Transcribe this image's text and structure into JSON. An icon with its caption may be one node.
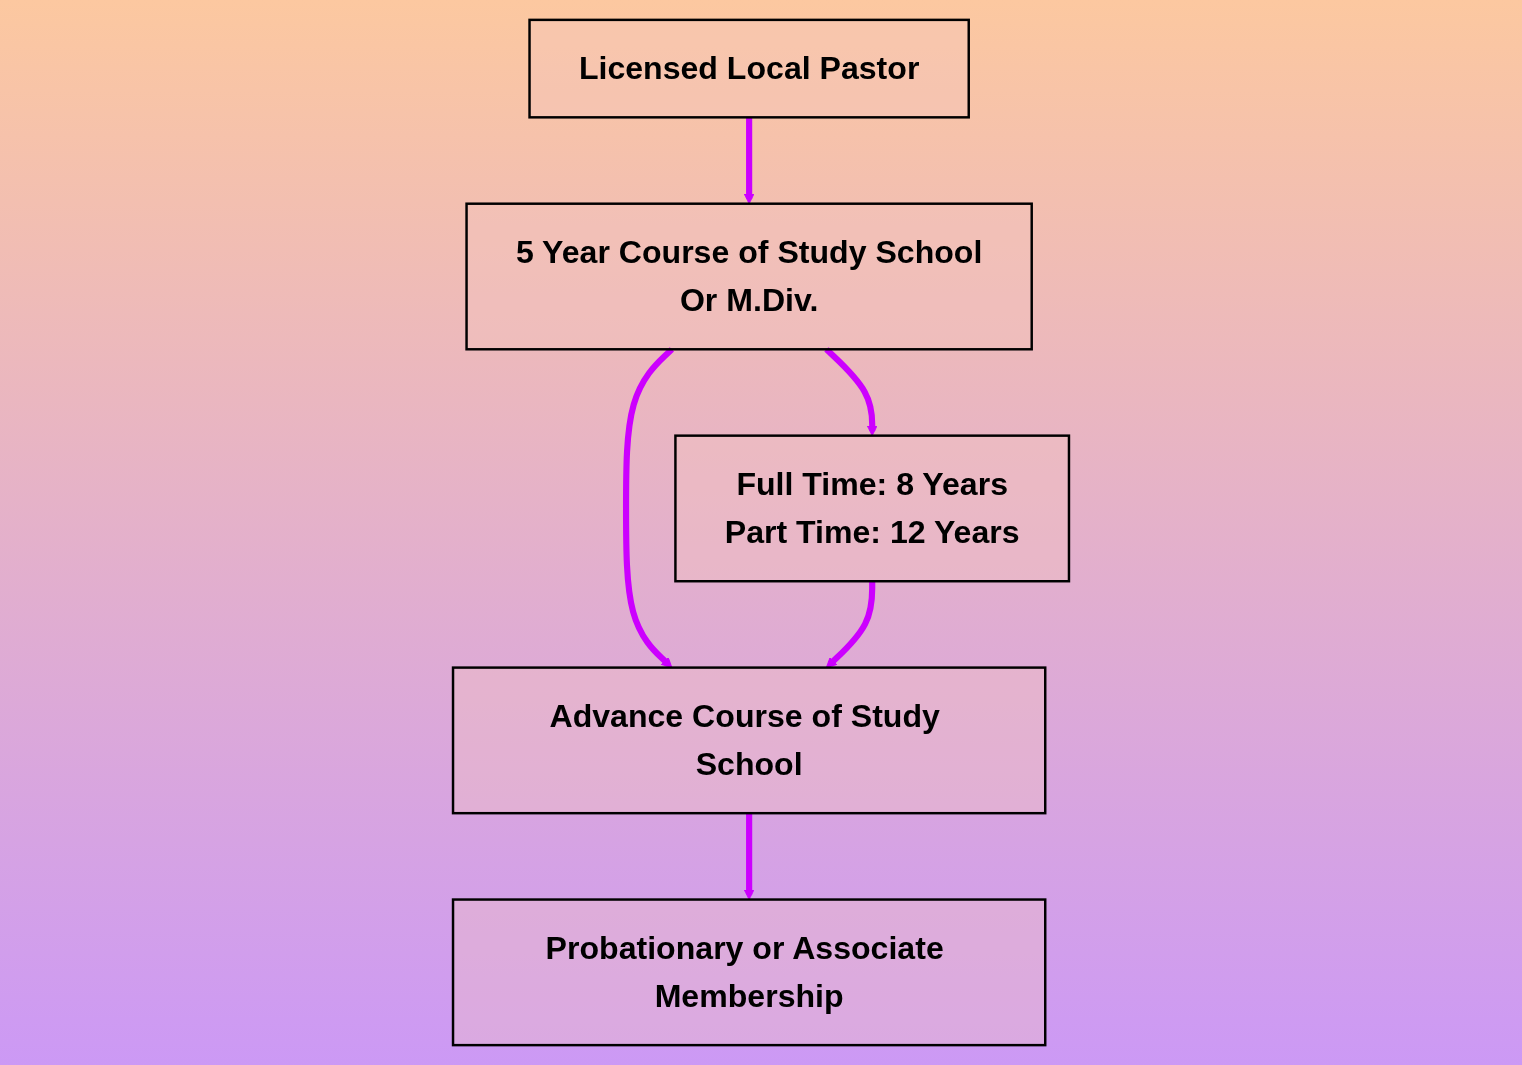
{
  "diagram": {
    "nodes": [
      {
        "text": [
          "Licensed Local Pastor"
        ]
      },
      {
        "text": [
          "5 Year Course of Study School",
          "Or M.Div."
        ]
      },
      {
        "text": [
          "Full Time: 8 Years",
          "Part Time: 12 Years"
        ]
      },
      {
        "text": [
          "Advance Course of Study School"
        ]
      },
      {
        "text": [
          "Probationary or Associate Membership"
        ]
      }
    ],
    "edges": [
      {
        "from": 0,
        "to": 1,
        "arrow": "to"
      },
      {
        "from": 1,
        "to": 2,
        "arrow": "to"
      },
      {
        "from": 1,
        "to": 3,
        "arrow": "to"
      },
      {
        "from": 2,
        "to": 3,
        "arrow": "to"
      },
      {
        "from": 3,
        "to": 4,
        "arrow": "to"
      }
    ]
  }
}
